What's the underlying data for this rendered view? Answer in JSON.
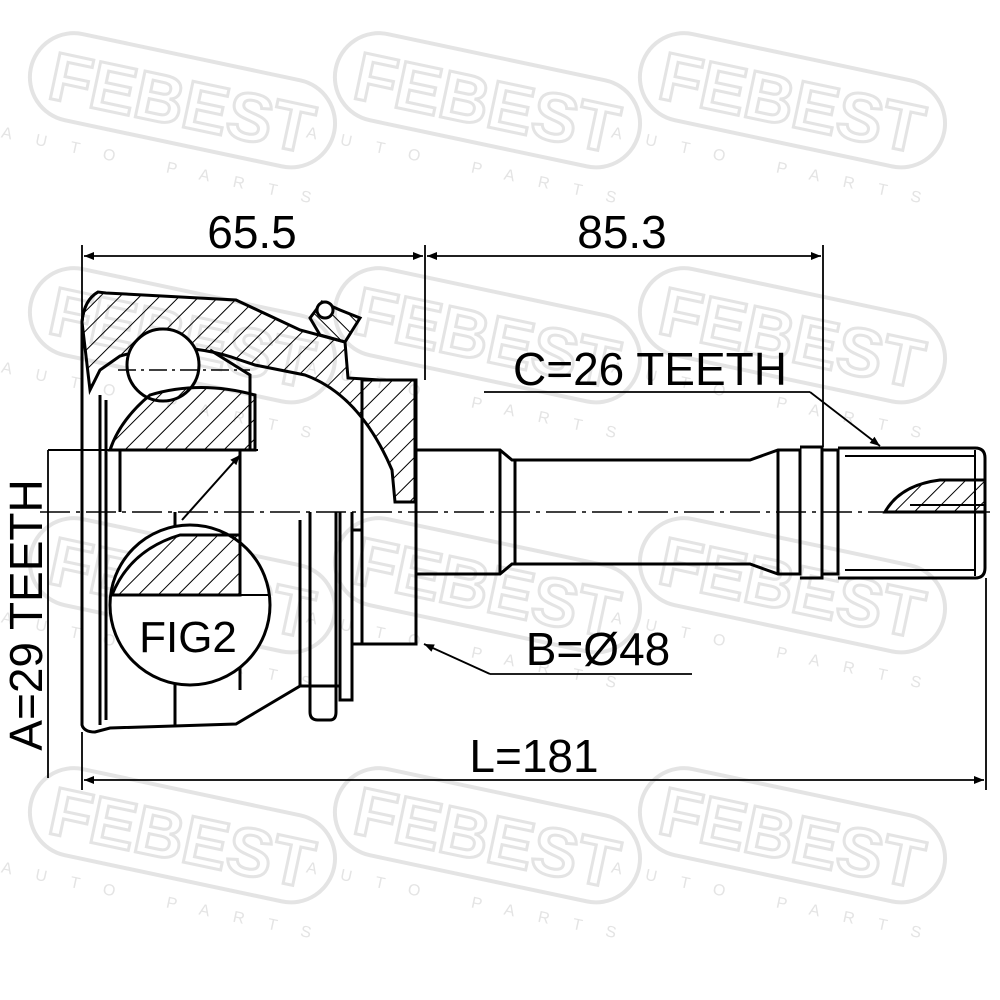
{
  "watermark": {
    "brand": "FEBEST",
    "tagline": "AUTO PARTS",
    "color": "#e4e4e4"
  },
  "dimensions": {
    "outer_joint_length": "65.5",
    "shaft_length": "85.3",
    "total_length": "L=181",
    "outer_diameter": "B=Ø48",
    "outer_spline_teeth": "A=29 TEETH",
    "inner_spline_teeth": "C=26 TEETH"
  },
  "labels": {
    "detail_figure": "FIG2"
  },
  "colors": {
    "line": "#000000",
    "background": "#ffffff"
  }
}
